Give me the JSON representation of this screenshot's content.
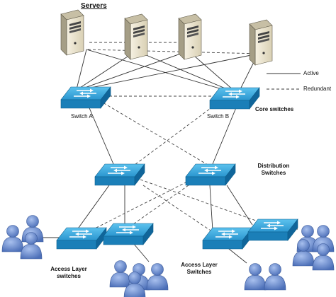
{
  "title": "Servers",
  "legend": {
    "active": "Active",
    "redundant": "Redundant"
  },
  "labels": {
    "switch_a": "Switch A",
    "switch_b": "Switch B",
    "core": "Core switches",
    "distribution_1": "Distribution",
    "distribution_2": "Switches",
    "access_left_1": "Access Layer",
    "access_left_2": "switches",
    "access_right_1": "Access Layer",
    "access_right_2": "Switches"
  },
  "colors": {
    "switch_top": "#38a7dc",
    "switch_side": "#1477ad",
    "server_body": "#ebe3cc",
    "server_side": "#9c957f",
    "user": "#6f8fd0",
    "line": "#333333"
  },
  "icons": {
    "server": "server-tower-icon",
    "switch": "network-switch-icon",
    "users": "user-group-icon"
  }
}
